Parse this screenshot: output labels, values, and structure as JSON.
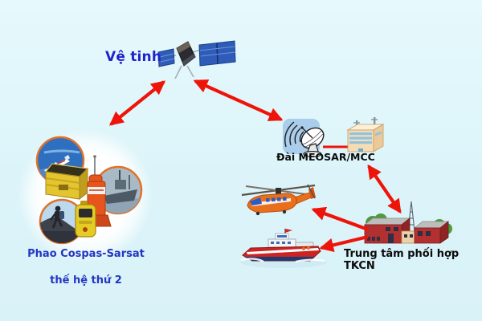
{
  "diagram_title": "Cospas-Sarsat search and rescue system flow",
  "colors": {
    "background_top": "#e6f9fd",
    "background_bottom": "#d9f2f8",
    "arrow_red": "#ee1409",
    "label_blue": "#1f22cd",
    "label_dark": "#0c0c0c",
    "panel_blue": "#2e5cb8",
    "station_panel": "#a9cdea",
    "building_tan": "#f6dcb4",
    "center_red": "#b23030",
    "beacon_orange": "#e8551c",
    "beacon_yellow": "#e5c52e"
  },
  "labels": {
    "satellite": "Vệ tinh",
    "beacons_line1": "Phao Cospas-Sarsat",
    "beacons_line2": "thế hệ thứ 2",
    "station": "Đài MEOSAR/MCC",
    "center": "Trung tâm phối hợp TKCN"
  },
  "nodes": [
    {
      "id": "satellite",
      "label": "Vệ tinh",
      "icon": "satellite-icon"
    },
    {
      "id": "beacons",
      "label": "Phao Cospas-Sarsat thế hệ thứ 2",
      "icon": "beacon-collage-icon",
      "items": [
        "aircraft-scene",
        "elt-yellow-box-beacon",
        "ship-distress-scene",
        "epirb-orange-beacon",
        "hiker-scene",
        "plb-yellow-beacon"
      ]
    },
    {
      "id": "station",
      "label": "Đài MEOSAR/MCC",
      "icon": "ground-station-dish-and-building-icon"
    },
    {
      "id": "helicopter",
      "label": "",
      "icon": "rescue-helicopter-icon"
    },
    {
      "id": "ship",
      "label": "",
      "icon": "rescue-ship-icon"
    },
    {
      "id": "center",
      "label": "Trung tâm phối hợp TKCN",
      "icon": "coordination-center-buildings-icon"
    }
  ],
  "links": [
    {
      "from": "beacons",
      "to": "satellite",
      "bidirectional": true
    },
    {
      "from": "satellite",
      "to": "station",
      "bidirectional": true
    },
    {
      "from": "center",
      "to": "station",
      "bidirectional": true
    },
    {
      "from": "center",
      "to": "helicopter",
      "bidirectional": false
    },
    {
      "from": "center",
      "to": "ship",
      "bidirectional": false
    },
    {
      "from": "station-dish",
      "to": "station-building",
      "bidirectional": false,
      "style": "plain-line"
    }
  ]
}
